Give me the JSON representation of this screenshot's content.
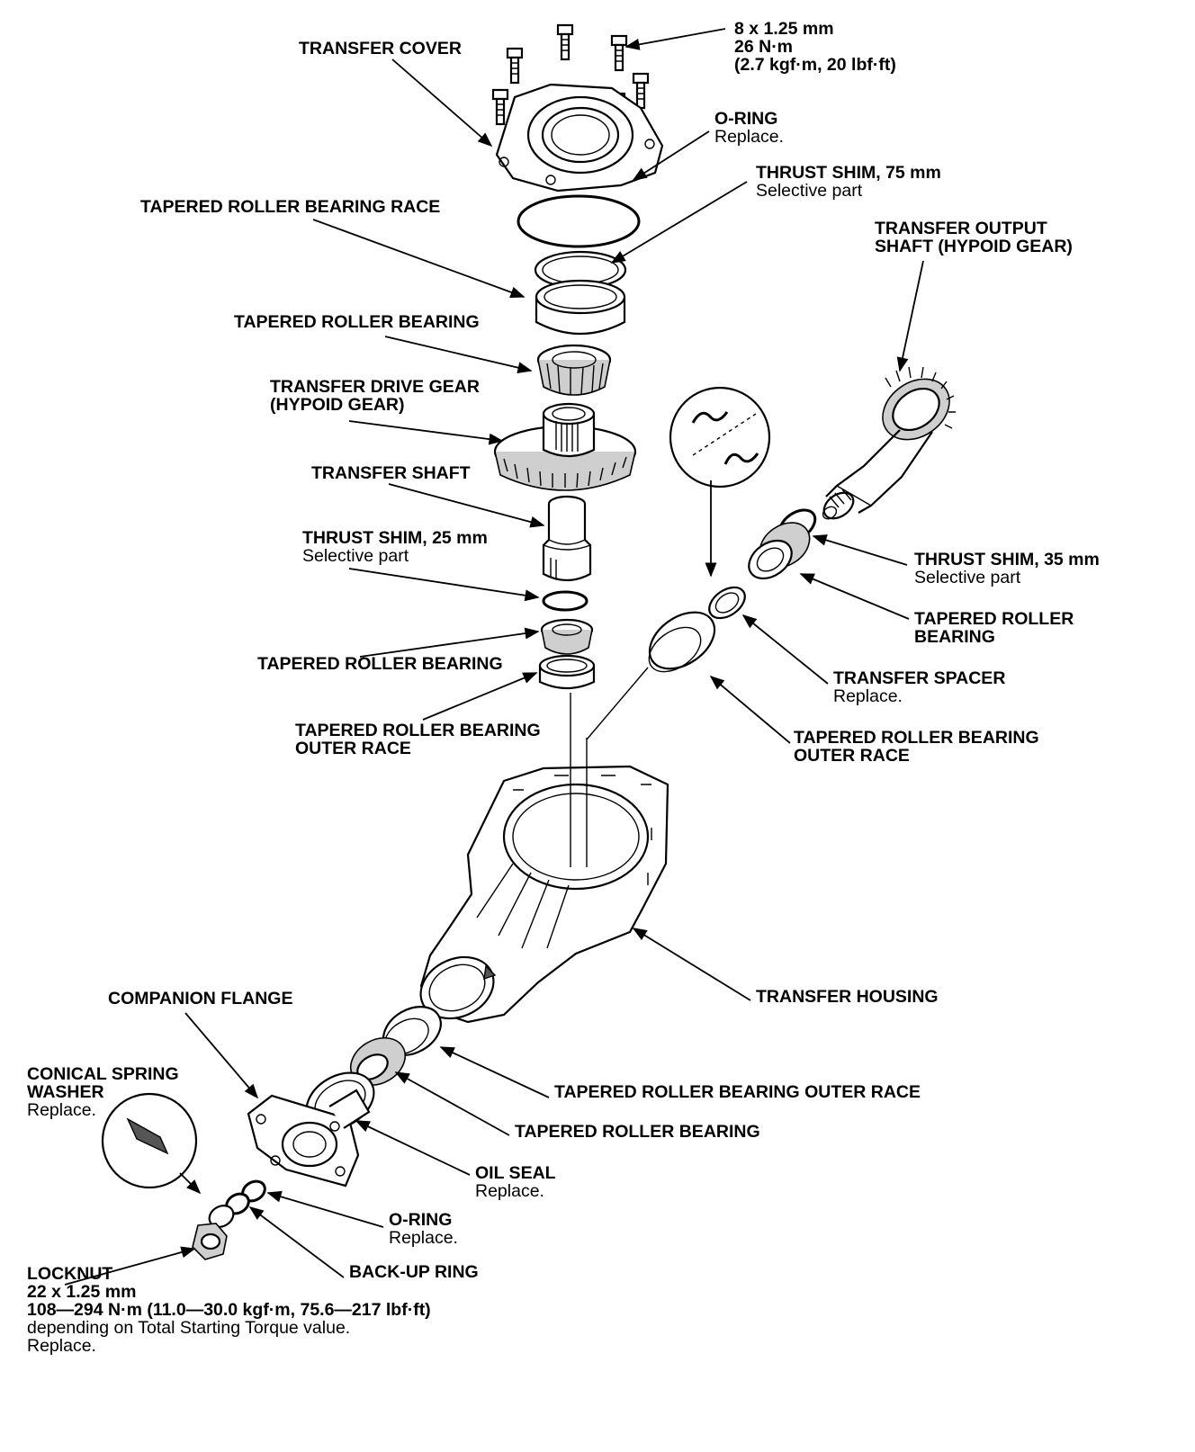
{
  "labels": {
    "bolt_spec": [
      "8 x 1.25 mm",
      "26 N·m",
      "(2.7 kgf·m, 20 lbf·ft)"
    ],
    "transfer_cover": "TRANSFER COVER",
    "o_ring_top": [
      "O-RING",
      "Replace."
    ],
    "thrust_shim_75": [
      "THRUST SHIM, 75 mm",
      "Selective part"
    ],
    "bearing_race_top": "TAPERED ROLLER BEARING RACE",
    "output_shaft": [
      "TRANSFER OUTPUT",
      "SHAFT (HYPOID GEAR)"
    ],
    "bearing_upper": "TAPERED ROLLER BEARING",
    "drive_gear": [
      "TRANSFER DRIVE GEAR",
      "(HYPOID GEAR)"
    ],
    "transfer_shaft": "TRANSFER SHAFT",
    "thrust_shim_25": [
      "THRUST SHIM, 25 mm",
      "Selective part"
    ],
    "thrust_shim_35": [
      "THRUST SHIM, 35 mm",
      "Selective part"
    ],
    "bearing_right": [
      "TAPERED ROLLER",
      "BEARING"
    ],
    "bearing_lower_left": "TAPERED ROLLER BEARING",
    "transfer_spacer": [
      "TRANSFER SPACER",
      "Replace."
    ],
    "outer_race_left": [
      "TAPERED ROLLER BEARING",
      "OUTER RACE"
    ],
    "outer_race_right": [
      "TAPERED ROLLER BEARING",
      "OUTER RACE"
    ],
    "transfer_housing": "TRANSFER HOUSING",
    "companion_flange": "COMPANION FLANGE",
    "outer_race_bottom": "TAPERED ROLLER BEARING OUTER RACE",
    "conical_washer": [
      "CONICAL SPRING",
      "WASHER",
      "Replace."
    ],
    "bearing_bottom": "TAPERED ROLLER BEARING",
    "oil_seal": [
      "OIL SEAL",
      "Replace."
    ],
    "o_ring_bottom": [
      "O-RING",
      "Replace."
    ],
    "backup_ring": "BACK-UP RING",
    "locknut": [
      "LOCKNUT",
      "22 x 1.25 mm",
      "108—294 N·m (11.0—30.0 kgf·m, 75.6—217 lbf·ft)",
      "depending on Total Starting Torque value.",
      "Replace."
    ]
  }
}
